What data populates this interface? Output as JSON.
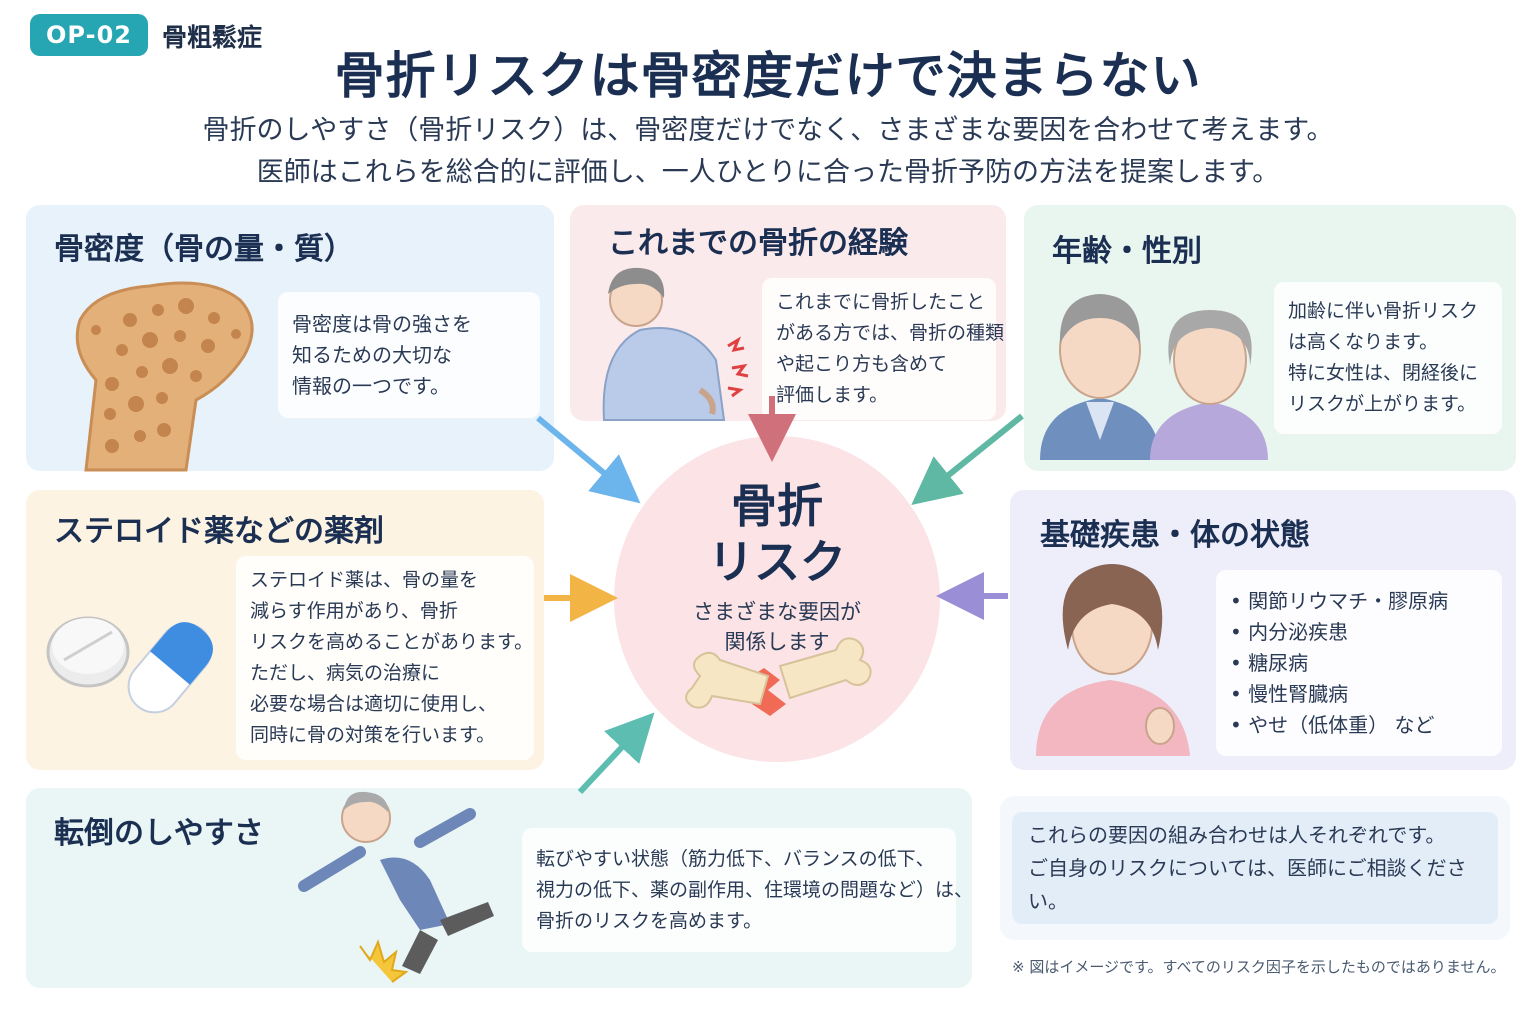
{
  "header": {
    "tag": "OP-02",
    "category": "骨粗鬆症",
    "title": "骨折リスクは骨密度だけで決まらない",
    "subtitle_lines": [
      "骨折のしやすさ（骨折リスク）は、骨密度だけでなく、さまざまな要因を合わせて考えます。",
      "医師はこれらを総合的に評価し、一人ひとりに合った骨折予防の方法を提案します。"
    ]
  },
  "center": {
    "title_line1": "骨折",
    "title_line2": "リスク",
    "sub_line1": "さまざまな要因が",
    "sub_line2": "関係します"
  },
  "panels": {
    "bone_density": {
      "title": "骨密度（骨の量・質）",
      "lines": [
        "骨密度は骨の強さを",
        "知るための大切な",
        "情報の一つです。"
      ]
    },
    "fracture_history": {
      "title": "これまでの骨折の経験",
      "lines": [
        "これまでに骨折したこと",
        "がある方では、骨折の種類",
        "や起こり方も含めて",
        "評価します。"
      ]
    },
    "age_sex": {
      "title": "年齢・性別",
      "lines": [
        "加齢に伴い骨折リスク",
        "は高くなります。",
        "特に女性は、閉経後に",
        "リスクが上がります。"
      ]
    },
    "steroid": {
      "title": "ステロイド薬などの薬剤",
      "lines": [
        "ステロイド薬は、骨の量を",
        "減らす作用があり、骨折",
        "リスクを高めることがあります。",
        "ただし、病気の治療に",
        "必要な場合は適切に使用し、",
        "同時に骨の対策を行います。"
      ]
    },
    "disease": {
      "title": "基礎疾患・体の状態",
      "lines": [
        "• 関節リウマチ・膠原病",
        "• 内分泌疾患",
        "• 糖尿病",
        "• 慢性腎臓病",
        "• やせ（低体重） など"
      ]
    },
    "fall": {
      "title": "転倒のしやすさ",
      "lines": [
        "転びやすい状態（筋力低下、バランスの低下、",
        "視力の低下、薬の副作用、住環境の問題など）は、",
        "骨折のリスクを高めます。"
      ]
    }
  },
  "note": {
    "lines": [
      "これらの要因の組み合わせは人それぞれです。",
      "ご自身のリスクについては、医師にご相談ください。"
    ],
    "footnote": "※ 図はイメージです。すべてのリスク因子を示したものではありません。"
  },
  "colors": {
    "tag": "#26a5b3",
    "title": "#1b2f52",
    "arrow_blue": "#6cb4ec",
    "arrow_red": "#d0707a",
    "arrow_green": "#5fb8a4",
    "arrow_orange": "#f2b545",
    "arrow_purple": "#9a8fd6",
    "arrow_teal": "#5cbdb0"
  }
}
